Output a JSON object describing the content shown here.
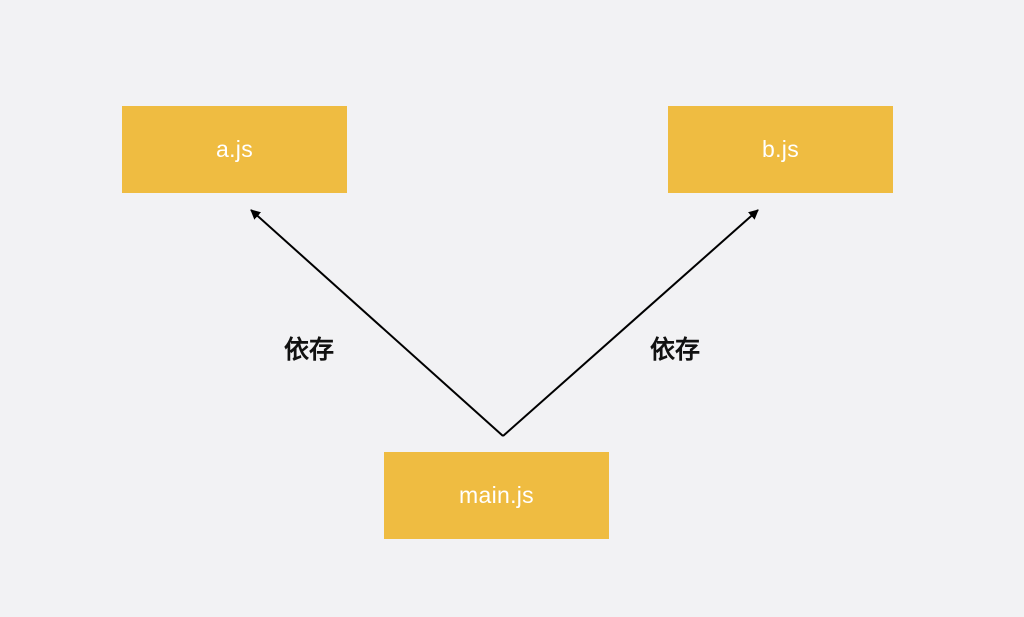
{
  "diagram": {
    "background_color": "#f2f2f4",
    "node_color": "#efbc41",
    "node_text_color": "#ffffff",
    "edge_color": "#000000",
    "nodes": [
      {
        "id": "a",
        "label": "a.js"
      },
      {
        "id": "b",
        "label": "b.js"
      },
      {
        "id": "main",
        "label": "main.js"
      }
    ],
    "edges": [
      {
        "from": "main",
        "to": "a",
        "label": "依存"
      },
      {
        "from": "main",
        "to": "b",
        "label": "依存"
      }
    ]
  }
}
